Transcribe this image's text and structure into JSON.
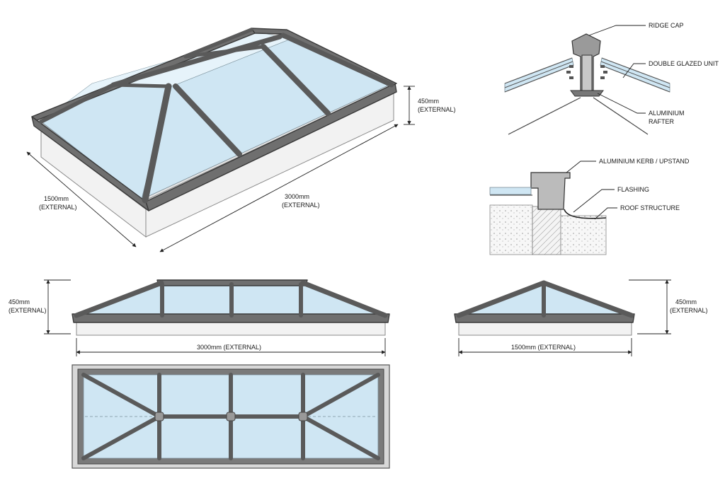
{
  "iso_view": {
    "height": "450mm",
    "height_note": "(EXTERNAL)",
    "width": "1500mm",
    "width_note": "(EXTERNAL)",
    "length": "3000mm",
    "length_note": "(EXTERNAL)"
  },
  "ridge_detail": {
    "labels": [
      "RIDGE CAP",
      "DOUBLE GLAZED UNIT",
      "ALUMINIUM",
      "RAFTER"
    ]
  },
  "kerb_detail": {
    "labels": [
      "ALUMINIUM KERB / UPSTAND",
      "FLASHING",
      "ROOF STRUCTURE"
    ]
  },
  "side_elevation": {
    "height": "450mm",
    "height_note": "(EXTERNAL)",
    "width": "3000mm (EXTERNAL)"
  },
  "end_elevation": {
    "height": "450mm",
    "height_note": "(EXTERNAL)",
    "width": "1500mm (EXTERNAL)"
  },
  "colors": {
    "frame": "#6f6f6f",
    "glass": "#cfe6f3",
    "kerb": "#f2f2f2"
  }
}
